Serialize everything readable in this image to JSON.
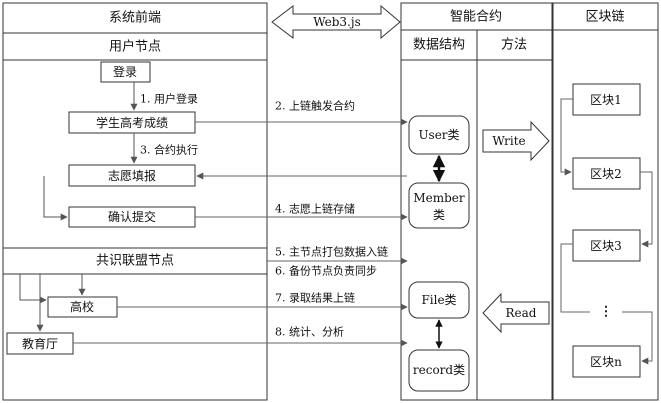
{
  "front": {
    "title": "系统前端",
    "user_node_title": "用户节点",
    "login": "登录",
    "score": "学生高考成绩",
    "fill_wish": "志愿填报",
    "confirm": "确认提交",
    "alliance_title": "共识联盟节点",
    "university": "高校",
    "edu_bureau": "教育厅"
  },
  "steps": {
    "s1": "1. 用户登录",
    "s2": "2. 上链触发合约",
    "s3": "3. 合约执行",
    "s4": "4. 志愿上链存储",
    "s5": "5. 主节点打包数据入链",
    "s6": "6. 备份节点负责同步",
    "s7": "7. 录取结果上链",
    "s8": "8. 统计、分析"
  },
  "web3_label": "Web3.js",
  "contract": {
    "title": "智能合约",
    "data_col": "数据结构",
    "method_col": "方法",
    "user_class": "User类",
    "member_class_1": "Member",
    "member_class_2": "类",
    "file_class": "File类",
    "record_class": "record类",
    "write": "Write",
    "read": "Read"
  },
  "chain": {
    "title": "区块链",
    "blocks": [
      "区块1",
      "区块2",
      "区块3",
      "区块n"
    ],
    "ellipsis": "⋮"
  }
}
